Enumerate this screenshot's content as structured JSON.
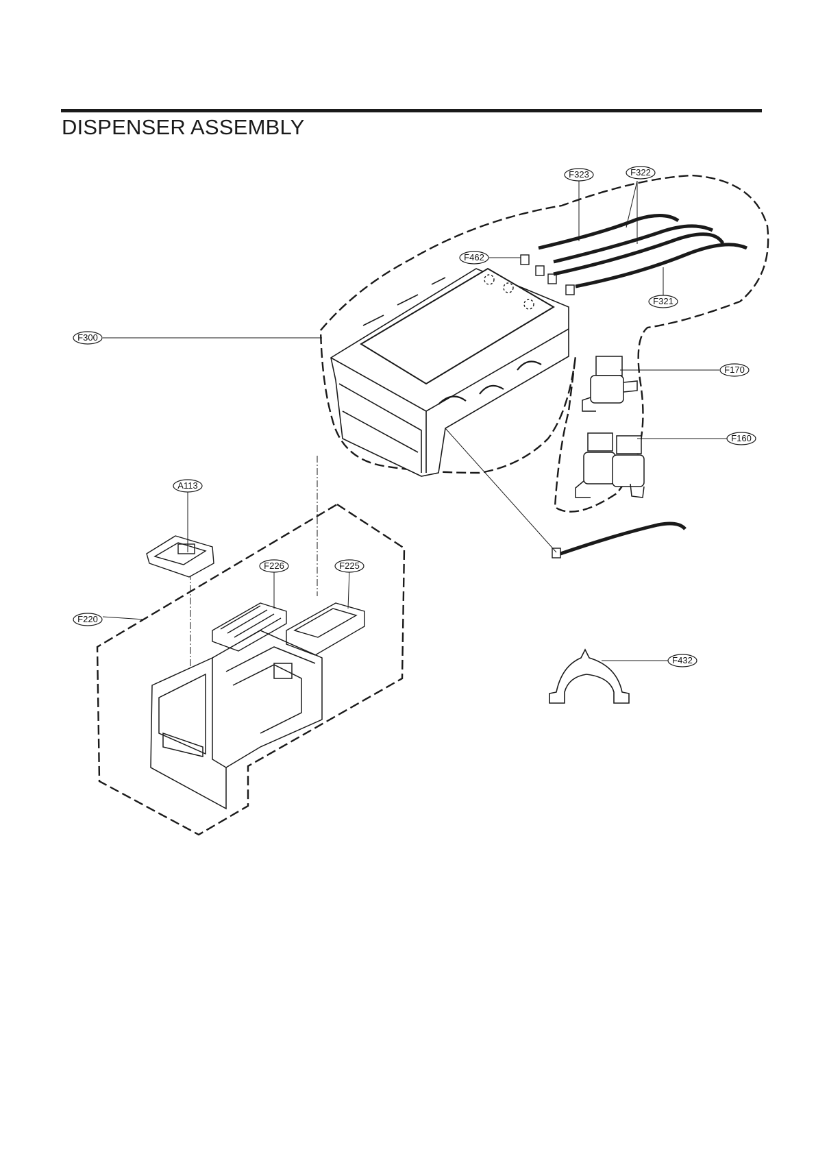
{
  "title": "DISPENSER ASSEMBLY",
  "callouts": {
    "F323": "F323",
    "F322": "F322",
    "F462": "F462",
    "F321": "F321",
    "F300": "F300",
    "F170": "F170",
    "F160": "F160",
    "A113": "A113",
    "F226": "F226",
    "F225": "F225",
    "F220": "F220",
    "F432": "F432"
  },
  "colors": {
    "ink": "#1a1a1a",
    "paper": "#ffffff"
  }
}
